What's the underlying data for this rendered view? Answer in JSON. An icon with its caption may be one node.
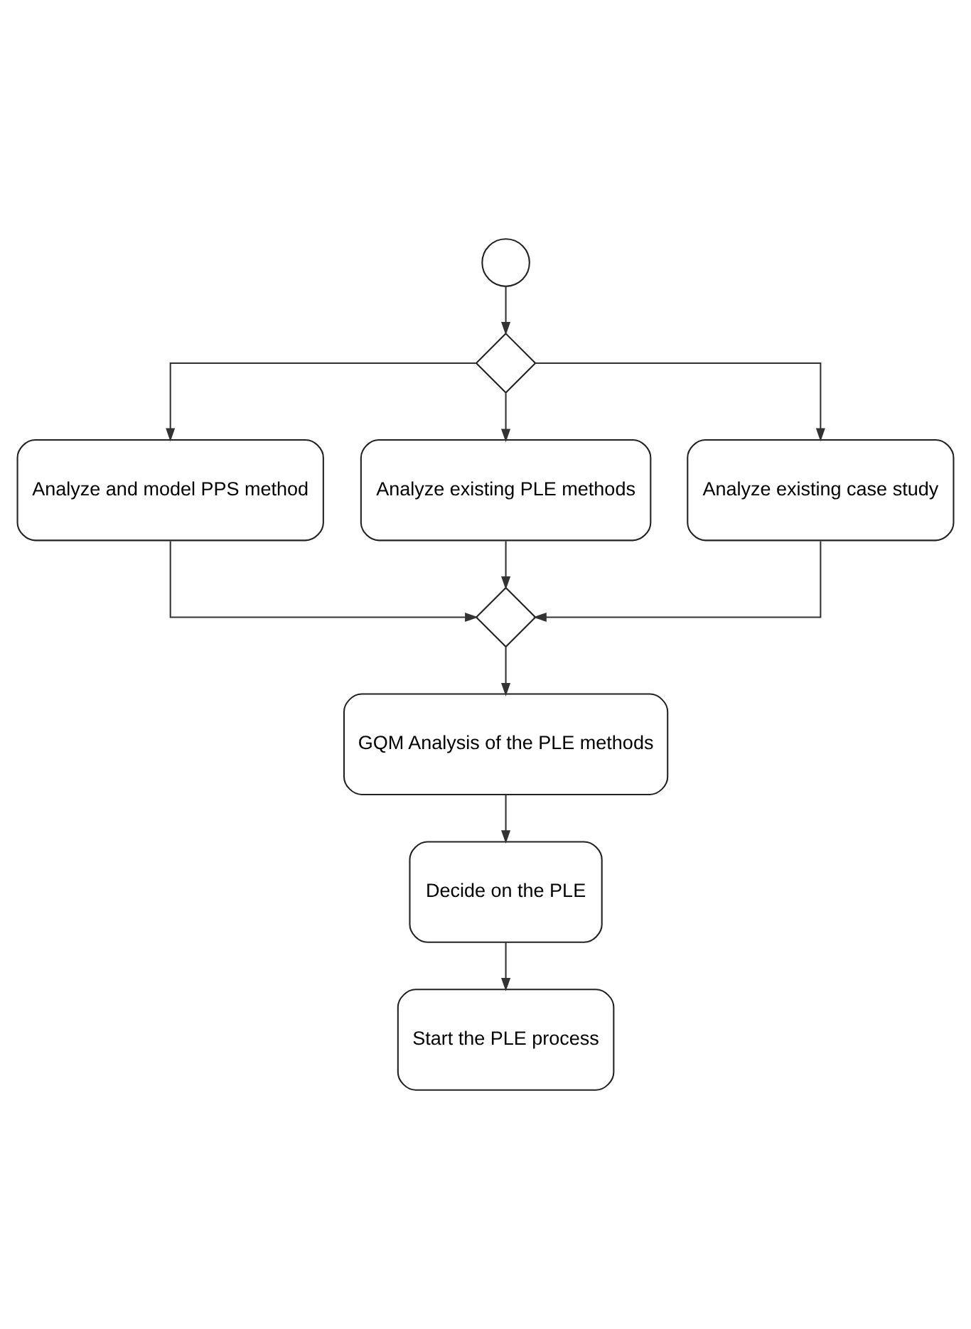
{
  "diagram": {
    "nodes": [
      {
        "text": [],
        "shape": "circle"
      },
      {
        "text": [],
        "shape": "diamond"
      },
      {
        "text": [
          "Analyze and model PPS method"
        ]
      },
      {
        "text": [
          "Analyze existing PLE methods"
        ]
      },
      {
        "text": [
          "Analyze existing case study"
        ]
      },
      {
        "text": [],
        "shape": "diamond"
      },
      {
        "text": [
          "GQM Analysis of the PLE methods"
        ]
      },
      {
        "text": [
          "Decide on the PLE"
        ]
      },
      {
        "text": [
          "Start the PLE process"
        ]
      }
    ],
    "edges": [
      {
        "from": 0,
        "to": 1,
        "arrow": "to"
      },
      {
        "from": 1,
        "to": 2,
        "arrow": "to"
      },
      {
        "from": 1,
        "to": 3,
        "arrow": "to"
      },
      {
        "from": 1,
        "to": 4,
        "arrow": "to"
      },
      {
        "from": 2,
        "to": 5,
        "arrow": "to"
      },
      {
        "from": 3,
        "to": 5,
        "arrow": "to"
      },
      {
        "from": 4,
        "to": 5,
        "arrow": "to"
      },
      {
        "from": 5,
        "to": 6,
        "arrow": "to"
      },
      {
        "from": 6,
        "to": 7,
        "arrow": "to"
      },
      {
        "from": 7,
        "to": 8,
        "arrow": "to"
      }
    ]
  }
}
